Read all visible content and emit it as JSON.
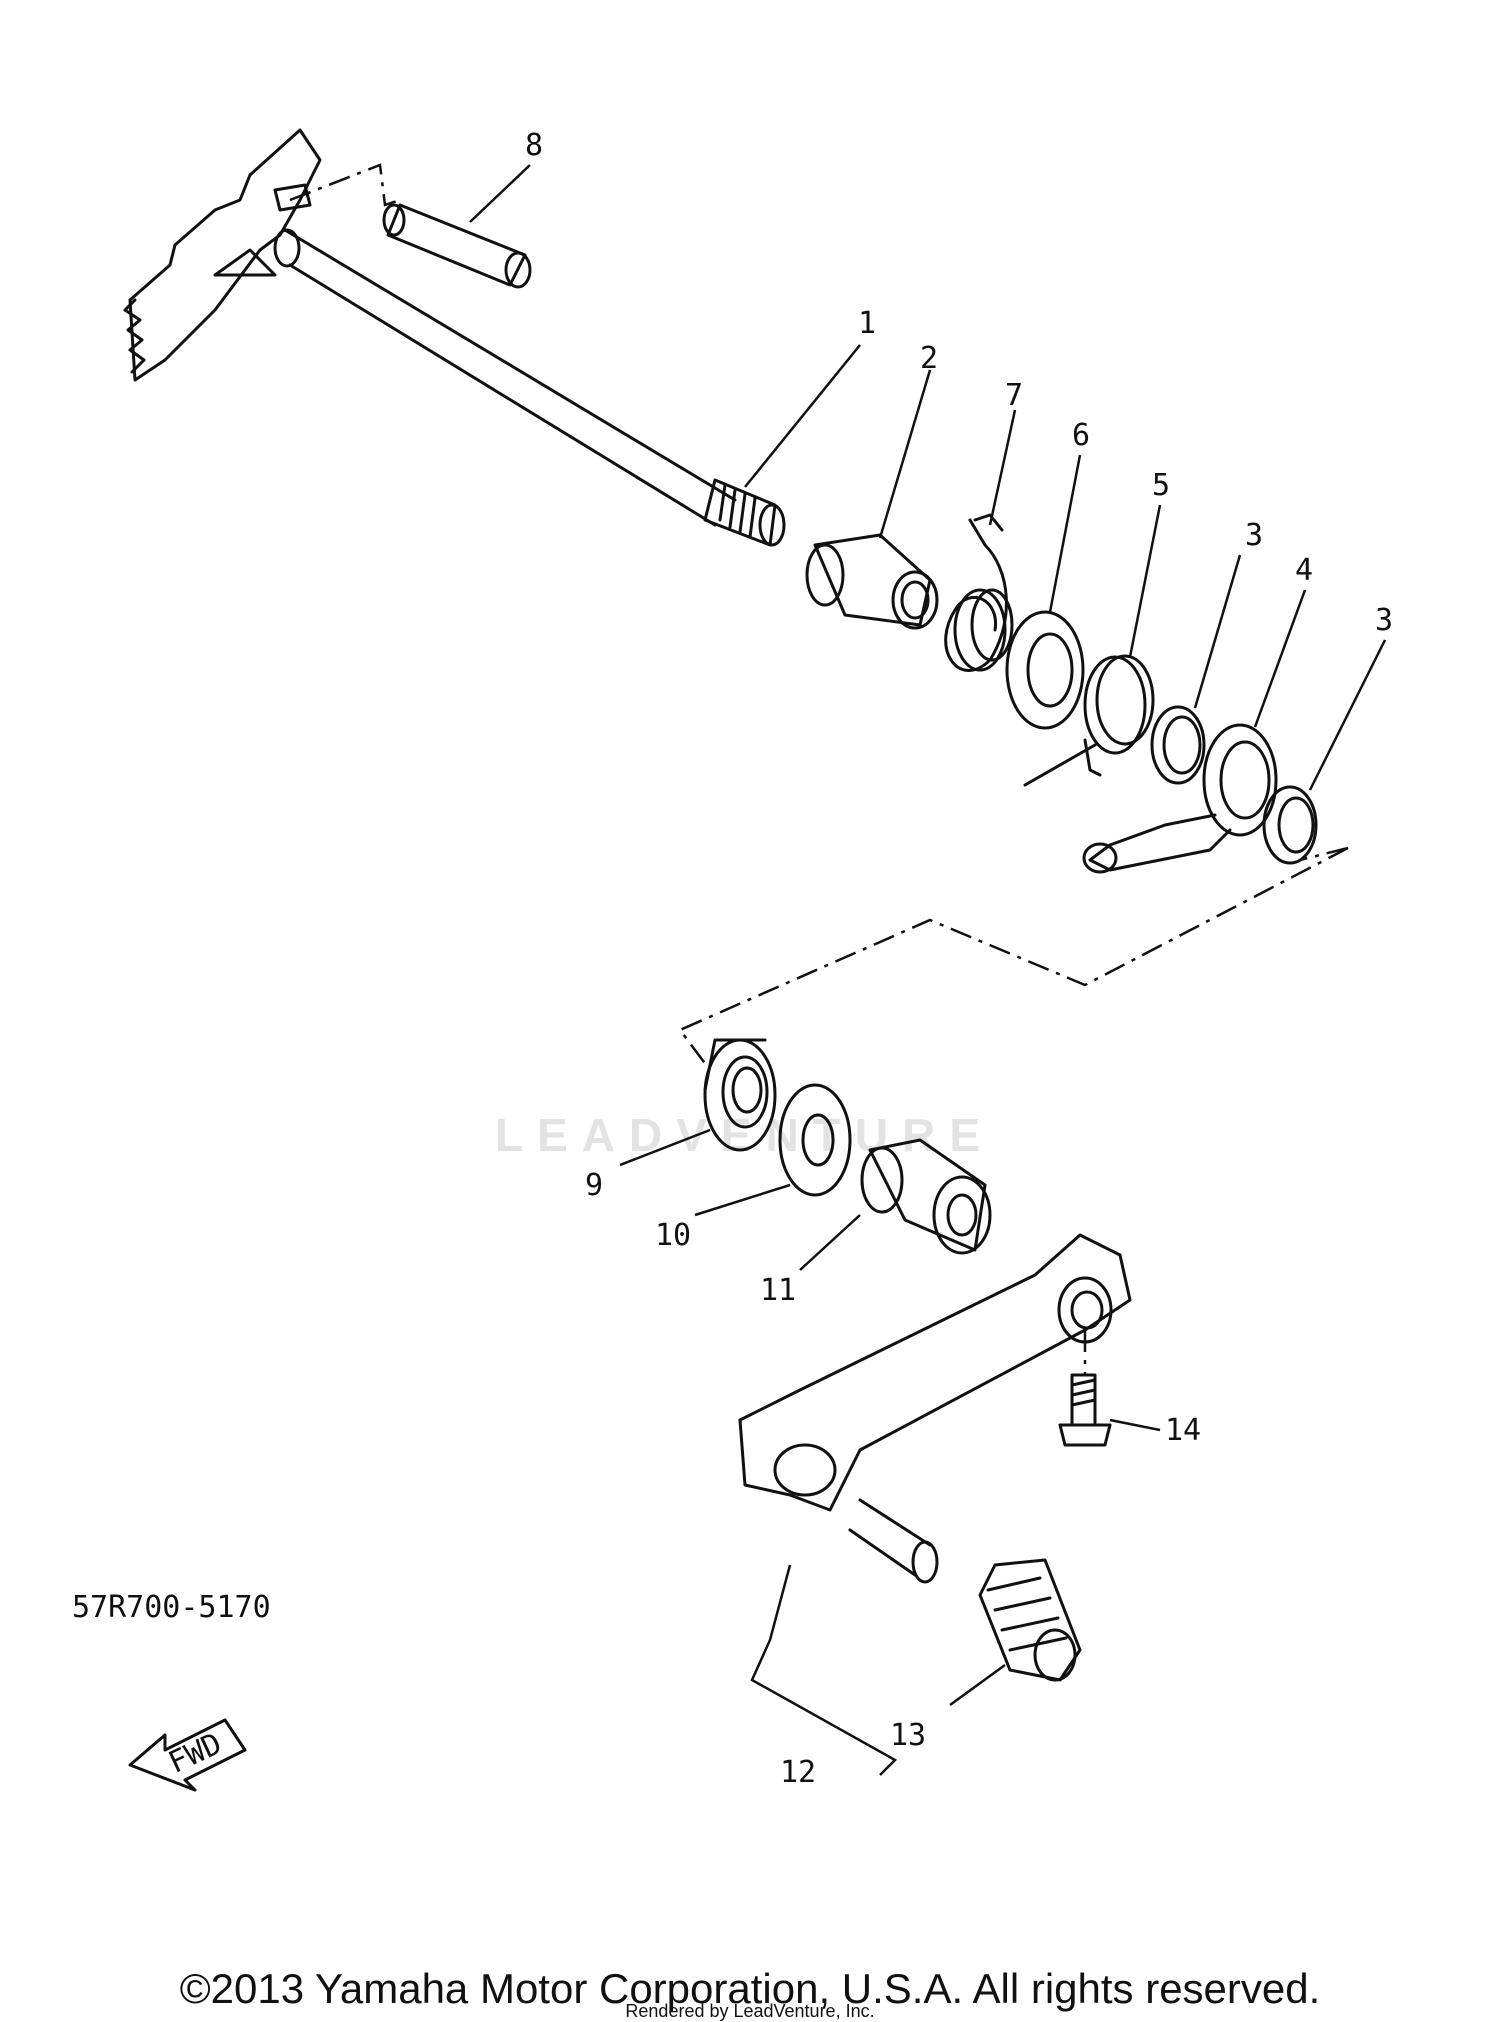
{
  "callouts": {
    "c1": "1",
    "c2": "2",
    "c3a": "3",
    "c3b": "3",
    "c4": "4",
    "c5": "5",
    "c6": "6",
    "c7": "7",
    "c8": "8",
    "c9": "9",
    "c10": "10",
    "c11": "11",
    "c12": "12",
    "c13": "13",
    "c14": "14"
  },
  "fwd_label": "FWD",
  "diagram_code": "57R700-5170",
  "watermark": "LEADVENTURE",
  "copyright": "©2013 Yamaha Motor Corporation, U.S.A. All rights reserved.",
  "rendered_by": "Rendered by LeadVenture, Inc."
}
